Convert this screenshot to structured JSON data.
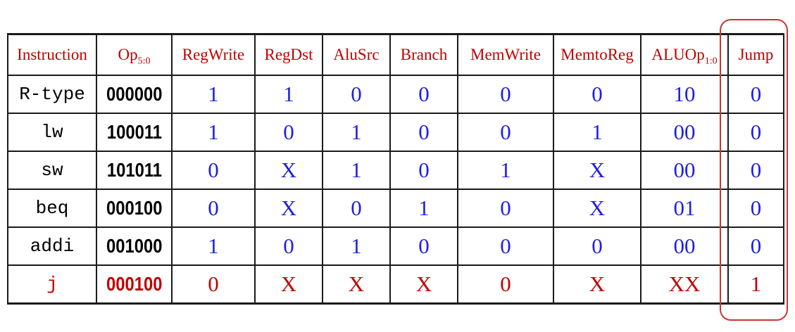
{
  "colors": {
    "header_text": "#c00000",
    "value_text": "#1e1ee4",
    "instruction_text": "#000000",
    "j_row_text": "#c00000",
    "table_border": "#1a1a1a",
    "highlight_stroke": "#cc3333",
    "background": "#ffffff"
  },
  "table": {
    "columns": [
      {
        "key": "instruction",
        "label": "Instruction",
        "sub": ""
      },
      {
        "key": "op",
        "label": "Op",
        "sub": "5:0"
      },
      {
        "key": "regwrite",
        "label": "RegWrite",
        "sub": ""
      },
      {
        "key": "regdst",
        "label": "RegDst",
        "sub": ""
      },
      {
        "key": "alusrc",
        "label": "AluSrc",
        "sub": ""
      },
      {
        "key": "branch",
        "label": "Branch",
        "sub": ""
      },
      {
        "key": "memwrite",
        "label": "MemWrite",
        "sub": ""
      },
      {
        "key": "memtoreg",
        "label": "MemtoReg",
        "sub": ""
      },
      {
        "key": "aluop",
        "label": "ALUOp",
        "sub": "1:0"
      },
      {
        "key": "jump",
        "label": "Jump",
        "sub": ""
      }
    ],
    "rows": [
      {
        "instruction": "R-type",
        "op": "000000",
        "values": [
          "1",
          "1",
          "0",
          "0",
          "0",
          "0",
          "10",
          "0"
        ],
        "highlight": false
      },
      {
        "instruction": "lw",
        "op": "100011",
        "values": [
          "1",
          "0",
          "1",
          "0",
          "0",
          "1",
          "00",
          "0"
        ],
        "highlight": false
      },
      {
        "instruction": "sw",
        "op": "101011",
        "values": [
          "0",
          "X",
          "1",
          "0",
          "1",
          "X",
          "00",
          "0"
        ],
        "highlight": false
      },
      {
        "instruction": "beq",
        "op": "000100",
        "values": [
          "0",
          "X",
          "0",
          "1",
          "0",
          "X",
          "01",
          "0"
        ],
        "highlight": false
      },
      {
        "instruction": "addi",
        "op": "001000",
        "values": [
          "1",
          "0",
          "1",
          "0",
          "0",
          "0",
          "00",
          "0"
        ],
        "highlight": false
      },
      {
        "instruction": "j",
        "op": "000100",
        "values": [
          "0",
          "X",
          "X",
          "X",
          "0",
          "X",
          "XX",
          "1"
        ],
        "highlight": true
      }
    ]
  },
  "annotations": {
    "jump_column_highlight": "red rounded rectangle outline around Jump column"
  }
}
